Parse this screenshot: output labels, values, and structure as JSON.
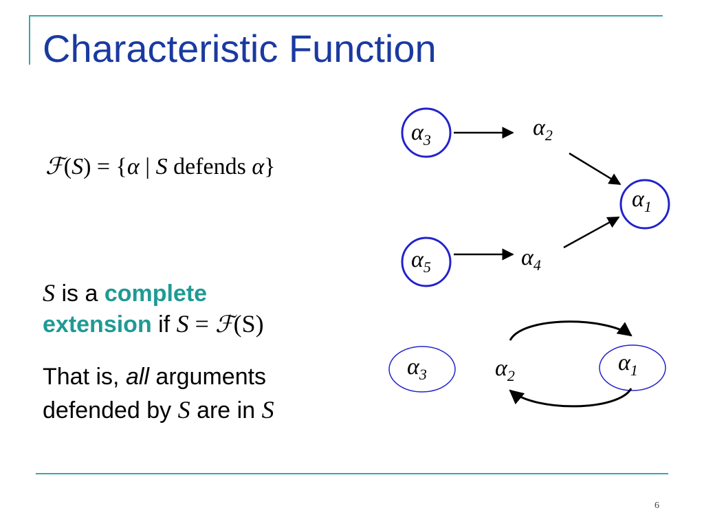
{
  "slide": {
    "title": "Characteristic Function",
    "page_number": "6"
  },
  "formula": {
    "script_f": "ℱ",
    "open_paren": "(",
    "s": "S",
    "close_eq": ") = {",
    "alpha": "α",
    "bar": " | ",
    "s2": "S",
    "defends": " defends ",
    "alpha2": "α",
    "close_brace": "}"
  },
  "bullet_complete": {
    "s": "S",
    "is_a": " is a ",
    "keyword_1": "complete",
    "keyword_2": "extension",
    "if": " if ",
    "s_eq": "S",
    "eq": " = ",
    "script_f": "ℱ",
    "paren_s": "(S)"
  },
  "bullet_thatis": {
    "that_is": "That is, ",
    "all": "all",
    "arguments": " arguments",
    "defended_by": "defended by ",
    "s": "S",
    "are_in": " are in ",
    "s2": "S"
  },
  "graph_top": {
    "nodes": [
      {
        "symbol": "α",
        "index": "3",
        "circled": true
      },
      {
        "symbol": "α",
        "index": "2",
        "circled": false
      },
      {
        "symbol": "α",
        "index": "1",
        "circled": true
      },
      {
        "symbol": "α",
        "index": "5",
        "circled": true
      },
      {
        "symbol": "α",
        "index": "4",
        "circled": false
      }
    ],
    "edges": [
      [
        "α3",
        "α2"
      ],
      [
        "α2",
        "α1"
      ],
      [
        "α5",
        "α4"
      ],
      [
        "α4",
        "α1"
      ]
    ],
    "circle_color": "#2222cc"
  },
  "graph_bottom": {
    "nodes": [
      {
        "symbol": "α",
        "index": "3",
        "circled": true
      },
      {
        "symbol": "α",
        "index": "2",
        "circled": false
      },
      {
        "symbol": "α",
        "index": "1",
        "circled": true
      }
    ],
    "edges": [
      [
        "α2",
        "α1"
      ],
      [
        "α1",
        "α2"
      ]
    ],
    "ellipse_color": "#2222cc"
  },
  "colors": {
    "title": "#1a3aa0",
    "rule": "#3aa6a6",
    "keyword": "#1f9a94"
  }
}
